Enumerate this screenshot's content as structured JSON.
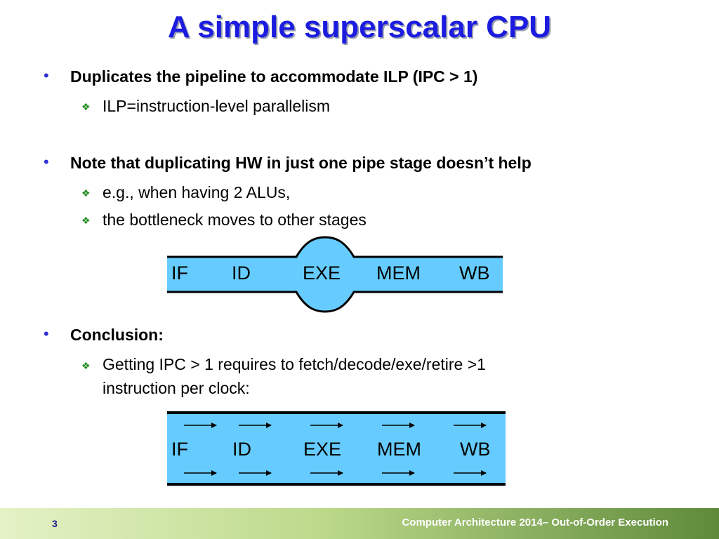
{
  "title": "A simple superscalar CPU",
  "bullets": [
    {
      "text": "Duplicates the pipeline to accommodate ILP (IPC > 1)",
      "subs": [
        "ILP=instruction-level parallelism"
      ]
    },
    {
      "text": "Note that duplicating HW in just one pipe stage doesn’t help",
      "subs": [
        "e.g., when having 2 ALUs,",
        "the bottleneck moves to other stages"
      ]
    },
    {
      "text": "Conclusion:",
      "subs": [
        "Getting IPC > 1 requires to fetch/decode/exe/retire >1",
        "instruction per clock:"
      ]
    }
  ],
  "pipeline1": {
    "stages": [
      "IF",
      "ID",
      "EXE",
      "MEM",
      "WB"
    ]
  },
  "pipeline2": {
    "stages": [
      "IF",
      "ID",
      "EXE",
      "MEM",
      "WB"
    ]
  },
  "footer": {
    "page_number": "3",
    "text": "Computer Architecture 2014– Out-of-Order Execution"
  },
  "colors": {
    "title": "#1c1ce0",
    "pipe_fill": "#66ccff",
    "bullet_sub_marker": "#1a8a1a"
  }
}
